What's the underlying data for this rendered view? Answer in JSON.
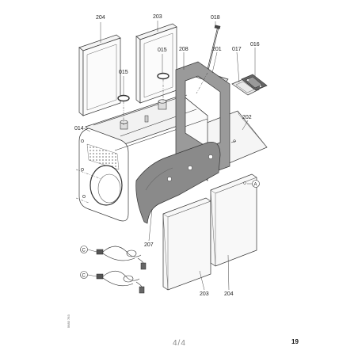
{
  "labels": {
    "p204_top": "204",
    "p203_top": "203",
    "p018": "018",
    "p015_left": "015",
    "p015_right": "015",
    "p208": "208",
    "p201": "201",
    "p017": "017",
    "p016": "016",
    "p014": "014",
    "p202": "202",
    "pA": "A",
    "p207": "207",
    "p203_bottom": "203",
    "p204_bottom": "204",
    "pC1": "C",
    "pC2": "C"
  },
  "footer": {
    "page": "4/4",
    "sheet": "19",
    "side_code": "5683 763"
  },
  "colors": {
    "shaded_panel": "#9a9a9a",
    "insulation": "#8a8a8a",
    "panel_light": "#f2f2f2",
    "ink": "#333333"
  }
}
